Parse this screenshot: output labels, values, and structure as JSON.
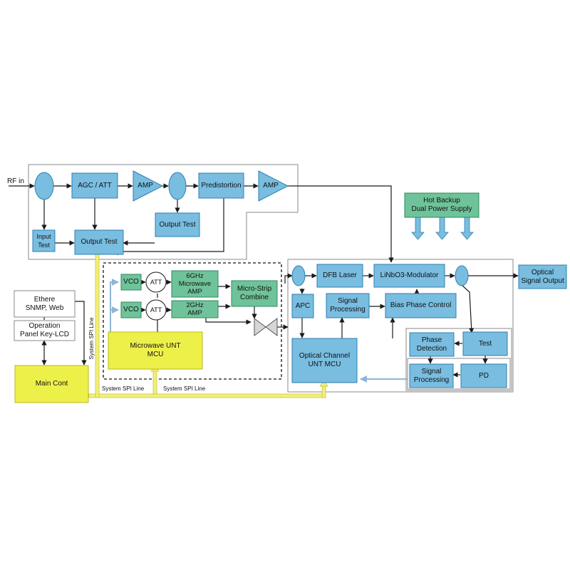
{
  "colors": {
    "blue_block": "#79bde0",
    "blue_border": "#2f7fb0",
    "green_block": "#6fc39a",
    "green_border": "#2f8a5c",
    "yellow_block": "#eef04a",
    "yellow_border": "#b8b820",
    "yellow_line": "#f2ef7a",
    "line": "#1a1a1a",
    "spi_arrow": "#8fb4d8"
  },
  "labels": {
    "rf_in": "RF in",
    "agc_att": "AGC / ATT",
    "amp1": "AMP",
    "predistortion": "Predistortion",
    "amp2": "AMP",
    "input_test": "Input\nTest",
    "output_test_top": "Output Test",
    "output_test_bottom": "Output Test",
    "hot_backup": "Hot Backup\nDual Power Supply",
    "vco1": "VCO",
    "att1": "ATT",
    "amp_6ghz": "6GHz\nMicrowave\nAMP",
    "micro_strip": "Micro-Strip\nCombine",
    "vco2": "VCO",
    "att2": "ATT",
    "amp_2ghz": "2GHz\nAMP",
    "microwave_mcu": "Microwave UNT\nMCU",
    "ethernet": "Ethere\nSNMP, Web",
    "operation_panel": "Operation\nPanel Key-LCD",
    "main_cont": "Main Cont",
    "spi_vertical": "System SPI Line",
    "spi_h1": "System SPI Line",
    "spi_h2": "System SPI Line",
    "dfb_laser": "DFB Laser",
    "modulator": "LiNbO3-Modulator",
    "optical_output": "Optical\nSignal Output",
    "apc": "APC",
    "signal_processing_1": "Signal\nProcessing",
    "bias_phase": "Bias Phase Control",
    "optical_mcu": "Optical Channel\nUNT MCU",
    "phase_detection": "Phase\nDetection",
    "test": "Test",
    "signal_processing_2": "Signal\nProcessing",
    "pd": "PD"
  }
}
